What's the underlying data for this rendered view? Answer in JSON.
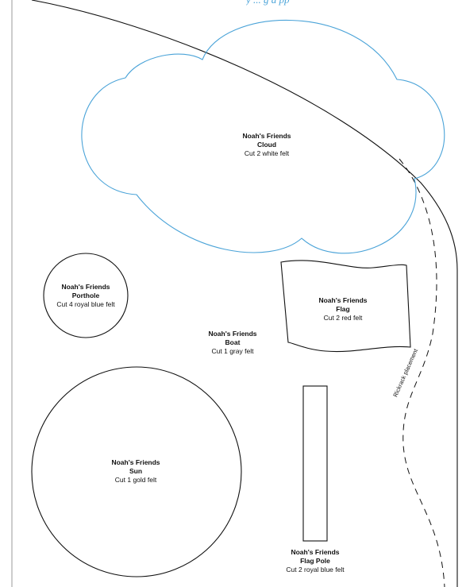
{
  "header": {
    "partial_text": "y ... g  a pp"
  },
  "colors": {
    "cloud_outline": "#4aa3d8",
    "piece_outline": "#111111",
    "page_border": "#9a9a9a"
  },
  "pieces": {
    "cloud": {
      "name": "Noah's Friends",
      "piece": "Cloud",
      "instruction": "Cut 2 white felt"
    },
    "porthole": {
      "name": "Noah's Friends",
      "piece": "Porthole",
      "instruction": "Cut 4 royal blue felt"
    },
    "flag": {
      "name": "Noah's Friends",
      "piece": "Flag",
      "instruction": "Cut 2 red felt"
    },
    "boat": {
      "name": "Noah's Friends",
      "piece": "Boat",
      "instruction": "Cut 1 gray felt"
    },
    "sun": {
      "name": "Noah's Friends",
      "piece": "Sun",
      "instruction": "Cut 1 gold felt"
    },
    "flag_pole": {
      "name": "Noah's Friends",
      "piece": "Flag Pole",
      "instruction": "Cut 2 royal blue felt"
    }
  },
  "rickrack": {
    "label": "Rickrack placement"
  }
}
